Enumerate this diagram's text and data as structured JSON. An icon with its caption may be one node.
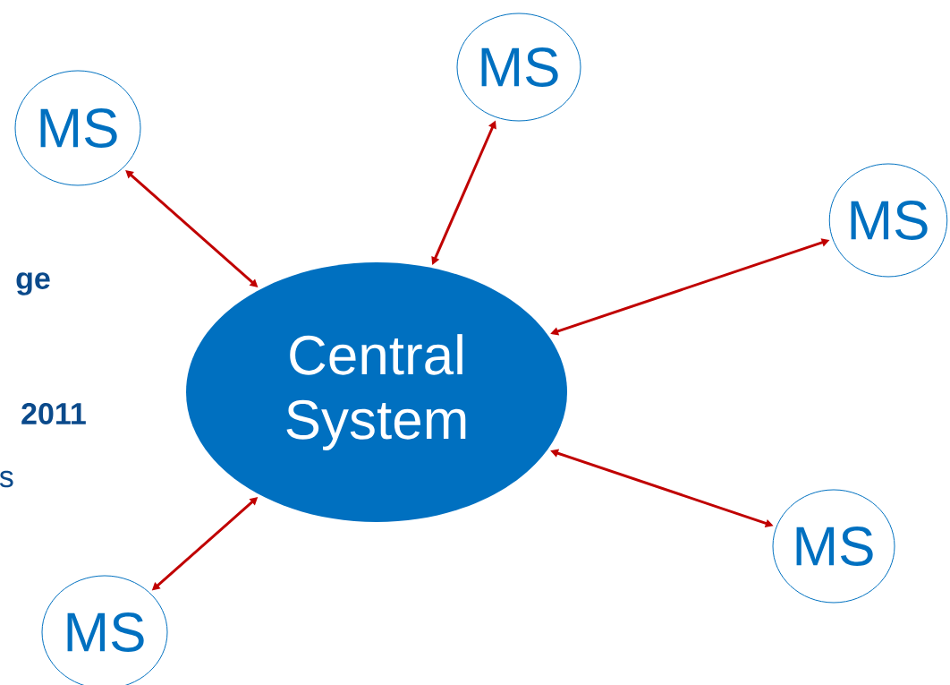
{
  "diagram": {
    "nodes": [
      {
        "text": [
          "MS"
        ]
      },
      {
        "text": [
          "MS"
        ]
      },
      {
        "text": [
          "MS"
        ]
      },
      {
        "text": [
          "Central System"
        ]
      },
      {
        "text": [
          "MS"
        ]
      },
      {
        "text": [
          "MS"
        ]
      }
    ],
    "edges": [
      {
        "from": 3,
        "to": 0,
        "arrow": "both"
      },
      {
        "from": 3,
        "to": 1,
        "arrow": "both"
      },
      {
        "from": 3,
        "to": 2,
        "arrow": "both"
      },
      {
        "from": 3,
        "to": 4,
        "arrow": "both"
      },
      {
        "from": 3,
        "to": 5,
        "arrow": "both"
      }
    ],
    "labels": [
      "ge",
      "2011",
      "s"
    ]
  }
}
